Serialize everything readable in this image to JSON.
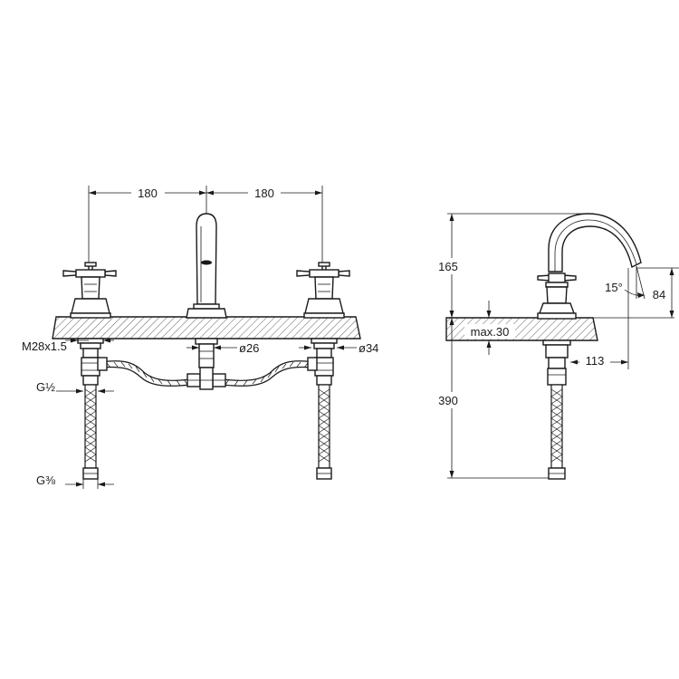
{
  "front_view": {
    "dim_left_spacing": "180",
    "dim_right_spacing": "180",
    "thread_label": "M28x1.5",
    "spout_diameter": "ø26",
    "valve_diameter": "ø34",
    "inlet_thread_label": "G½",
    "outlet_thread_label": "G⅜"
  },
  "side_view": {
    "dim_height_above_deck": "165",
    "dim_spout_outlet_height": "84",
    "dim_angle": "15°",
    "dim_max_deck_thickness": "max.30",
    "dim_reach": "113",
    "dim_hose_length": "390"
  }
}
